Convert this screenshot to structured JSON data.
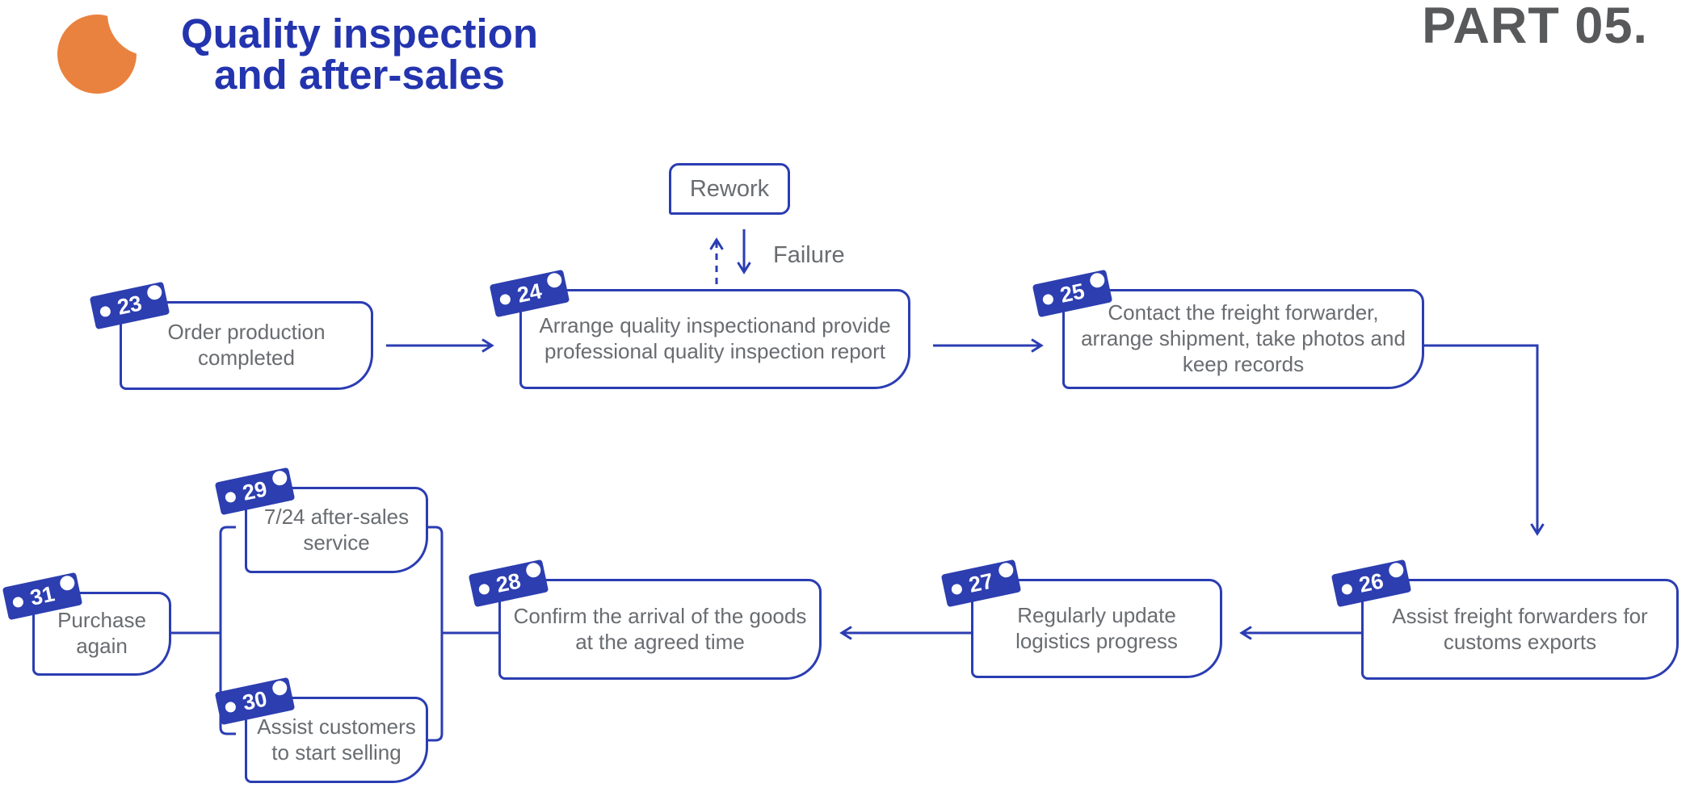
{
  "header": {
    "title_line1": "Quality inspection",
    "title_line2": "and after-sales",
    "part_label": "PART 05."
  },
  "colors": {
    "accent_blue": "#2b3db2",
    "tag_blue": "#2c3eb0",
    "title_blue": "#2334ae",
    "part_gray": "#58595b",
    "text_gray": "#696c70",
    "blob_orange": "#e9823e"
  },
  "diagram": {
    "rework_label": "Rework",
    "failure_label": "Failure",
    "nodes": [
      {
        "id": "23",
        "label": "Order production completed"
      },
      {
        "id": "24",
        "label": "Arrange quality inspectionand provide professional quality inspection report"
      },
      {
        "id": "25",
        "label": "Contact the freight forwarder, arrange shipment, take photos and keep records"
      },
      {
        "id": "26",
        "label": "Assist freight forwarders for customs exports"
      },
      {
        "id": "27",
        "label": "Regularly update logistics progress"
      },
      {
        "id": "28",
        "label": "Confirm the arrival of the goods at the agreed time"
      },
      {
        "id": "29",
        "label": "7/24 after-sales service"
      },
      {
        "id": "30",
        "label": "Assist customers to start selling"
      },
      {
        "id": "31",
        "label": "Purchase again"
      }
    ]
  }
}
